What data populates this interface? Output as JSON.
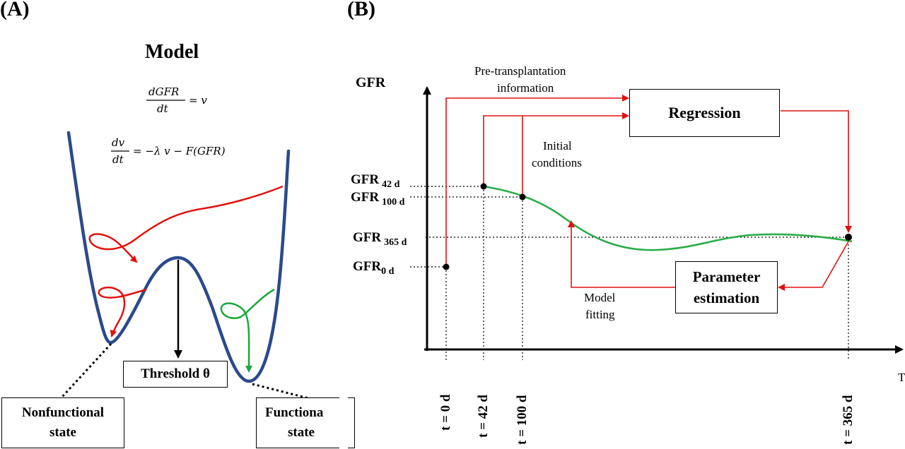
{
  "panel_a": {
    "label": "(A)",
    "title": "Model",
    "eq1_num": "dGFR",
    "eq1_den": "dt",
    "eq1_rhs": "= v",
    "eq2_num": "dv",
    "eq2_den": "dt",
    "eq2_rhs": "= −λ v − F(GFR)",
    "threshold": "Threshold θ",
    "nonfunctional_line1": "Nonfunctional",
    "nonfunctional_line2": "state",
    "functional_line1": "Functiona",
    "functional_line2": "state"
  },
  "panel_b": {
    "label": "(B)",
    "y_axis_label": "GFR",
    "y_ticks": [
      {
        "main": "GFR",
        "sub": "42 d"
      },
      {
        "main": "GFR",
        "sub": "100 d"
      },
      {
        "main": "GFR",
        "sub": "365 d"
      },
      {
        "main": "GFR",
        "sub": "0 d"
      }
    ],
    "x_ticks": [
      "t = 0 d",
      "t = 42 d",
      "t = 100 d",
      "t = 365 d"
    ],
    "x_axis_partial": "T",
    "pre_transplant_line1": "Pre-transplantation",
    "pre_transplant_line2": "information",
    "regression": "Regression",
    "initial_line1": "Initial",
    "initial_line2": "conditions",
    "param_line1": "Parameter",
    "param_line2": "estimation",
    "model_fitting_line1": "Model",
    "model_fitting_line2": "fitting"
  },
  "colors": {
    "landscape": "#2b4a8b",
    "trajectory_red": "#e0120f",
    "trajectory_green": "#1aa83a",
    "arrow_red": "#e0120f",
    "curve_green": "#2aad4a"
  }
}
